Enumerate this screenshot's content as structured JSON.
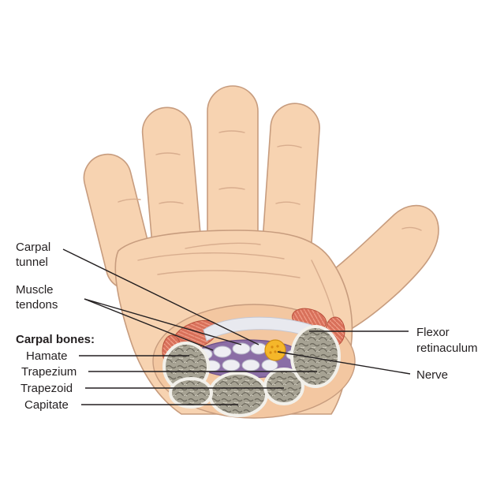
{
  "diagram": {
    "labels": {
      "carpal_tunnel": [
        "Carpal",
        "tunnel"
      ],
      "muscle_tendons": [
        "Muscle",
        "tendons"
      ],
      "carpal_bones_heading": "Carpal bones:",
      "hamate": "Hamate",
      "trapezium": "Trapezium",
      "trapezoid": "Trapezoid",
      "capitate": "Capitate",
      "flexor_retinaculum": [
        "Flexor",
        "retinaculum"
      ],
      "nerve": "Nerve"
    }
  },
  "colors": {
    "skin": "#f7d3b1",
    "skin_outline": "#c79c7e",
    "tunnel": "#8b6ea6",
    "bone": "#a29e8f",
    "muscle": "#d8705a",
    "nerve": "#f5b72a",
    "retinaculum": "#e8e9ef"
  }
}
